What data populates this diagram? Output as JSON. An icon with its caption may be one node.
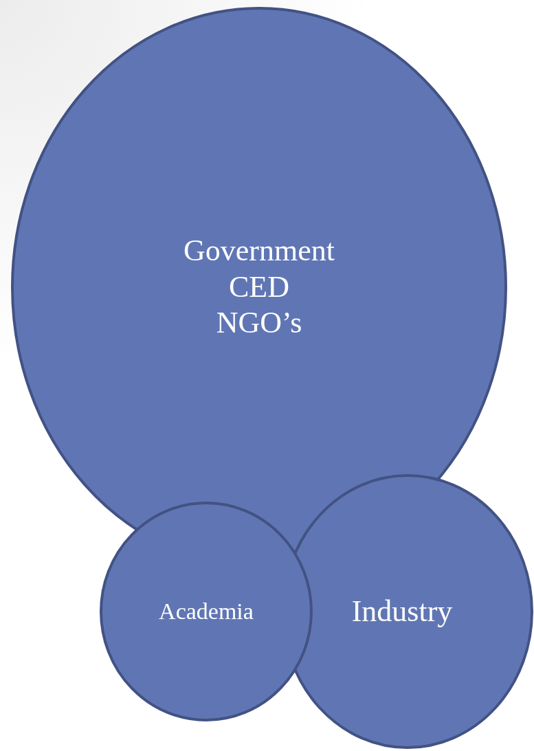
{
  "diagram": {
    "nodes": [
      {
        "text": [
          "Government",
          "CED",
          "NGO’s"
        ]
      },
      {
        "text": [
          "Industry"
        ]
      },
      {
        "text": [
          "Academia"
        ]
      }
    ]
  }
}
